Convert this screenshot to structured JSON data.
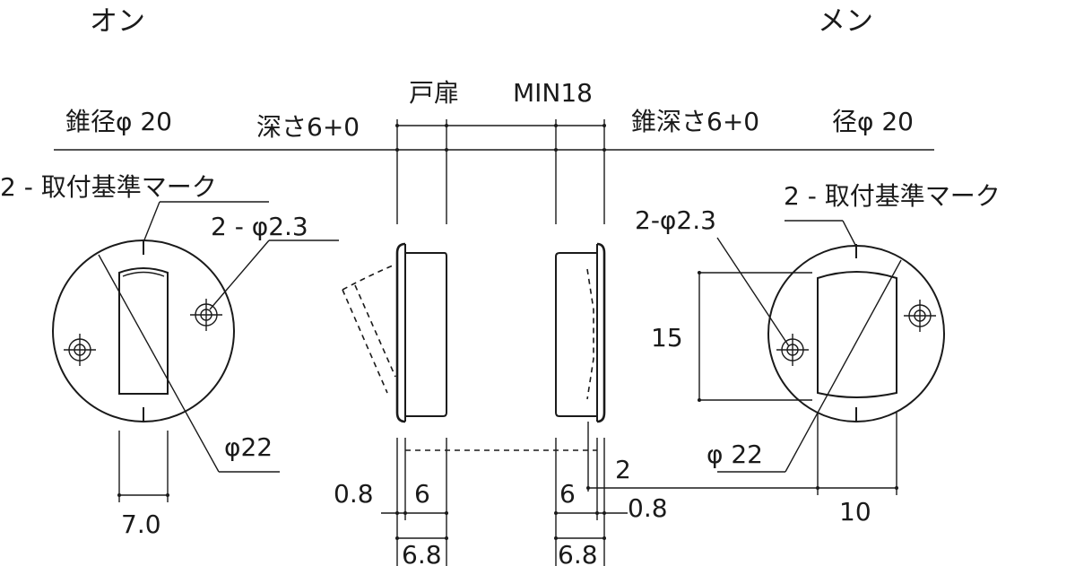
{
  "labels": {
    "male": "オン",
    "female": "メン",
    "door": "戸扉",
    "min": "MIN18",
    "left_bore": "錐径φ 20",
    "left_depth": "深さ6+0",
    "right_depth": "錐深さ6+0",
    "right_bore": "径φ 20",
    "left_mark": "2 - 取付基準マーク",
    "right_mark": "2 - 取付基準マーク",
    "left_hole": "2 - φ2.3",
    "right_hole": "2-φ2.3",
    "left_dia": "φ22",
    "right_dia": "φ 22",
    "dim_7": "7.0",
    "dim_08_left": "0.8",
    "dim_6_left": "6",
    "dim_68_left": "6.8",
    "dim_6_right": "6",
    "dim_68_right": "6.8",
    "dim_2": "2",
    "dim_08_right": "0.8",
    "dim_15": "15",
    "dim_10": "10"
  },
  "colors": {
    "ink": "#1a1a1a",
    "paper": "#ffffff"
  }
}
